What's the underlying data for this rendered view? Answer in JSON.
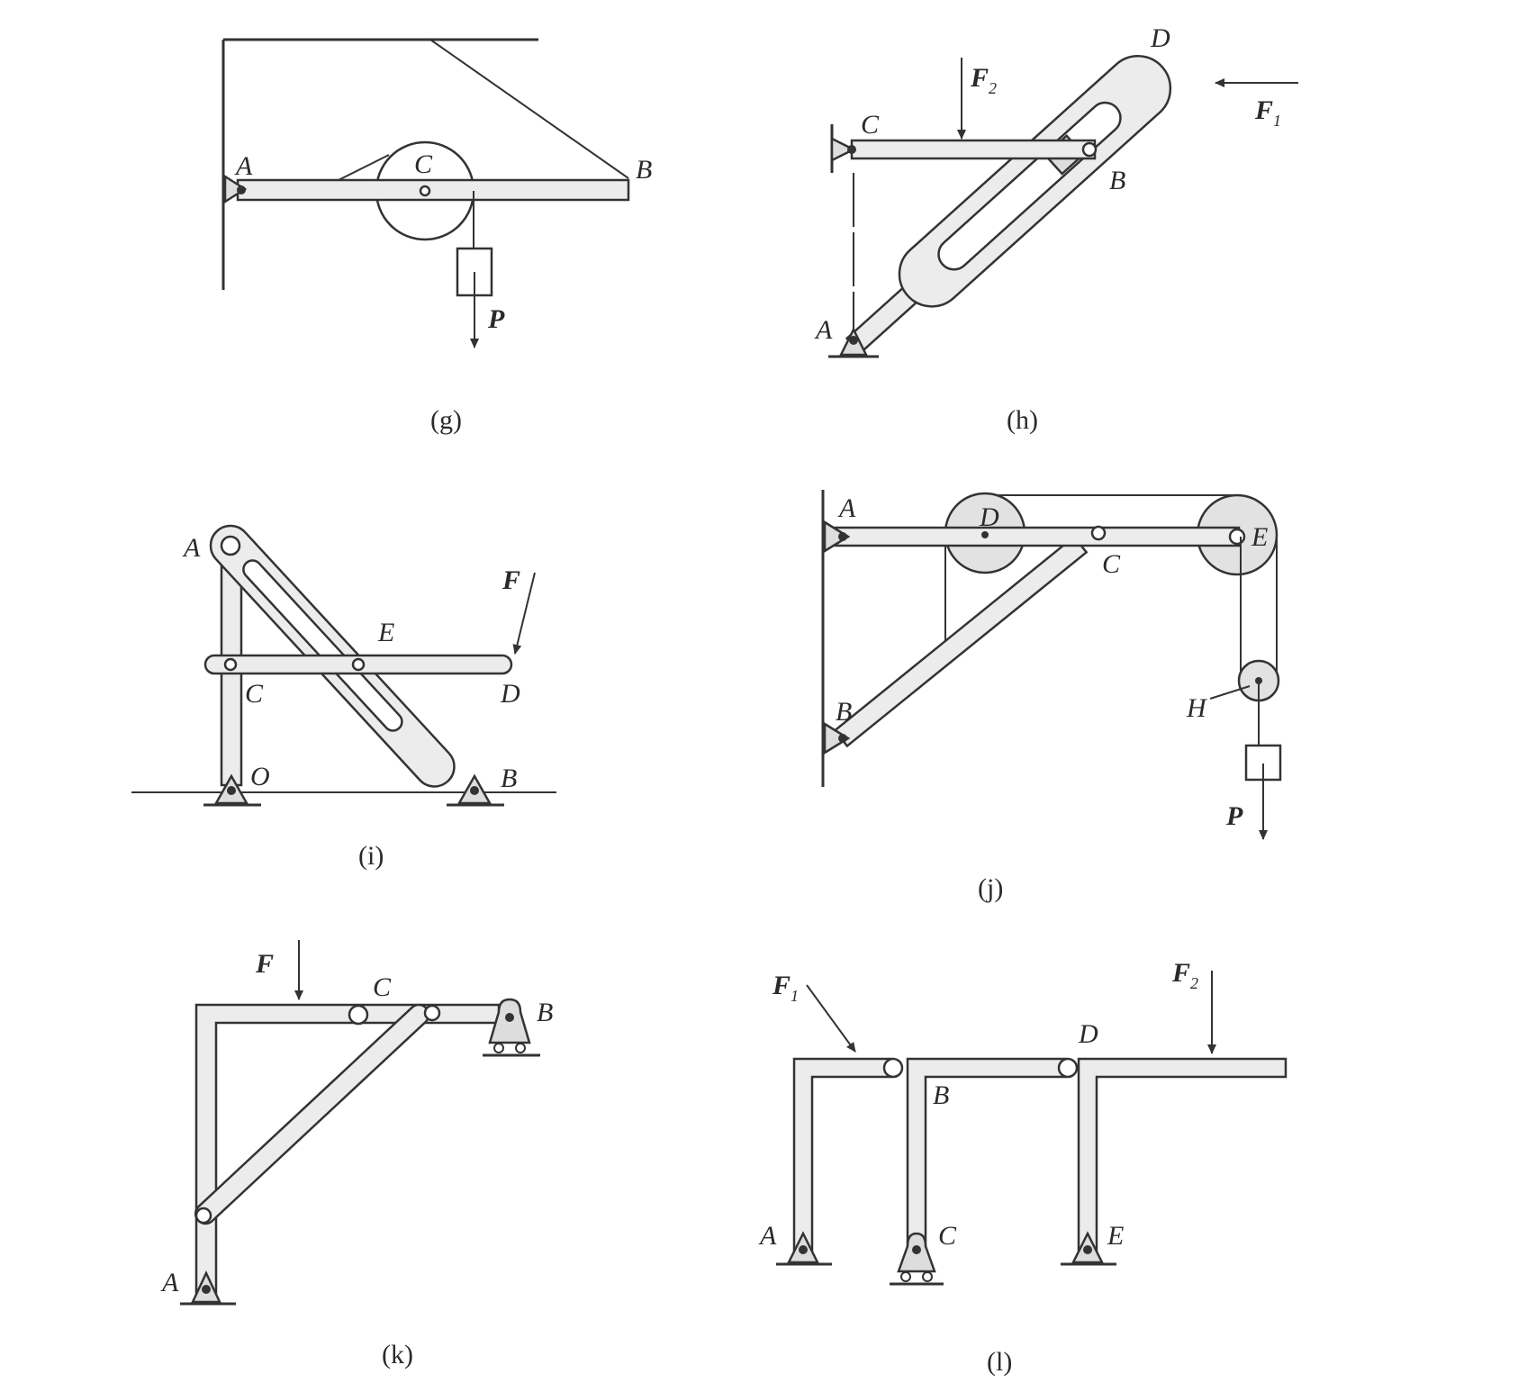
{
  "figures": [
    {
      "id": "g",
      "caption": "(g)",
      "labels": {
        "A": "A",
        "C": "C",
        "B": "B",
        "P": "P"
      }
    },
    {
      "id": "h",
      "caption": "(h)",
      "labels": {
        "D": "D",
        "F2": "F",
        "F2_sub": "2",
        "C": "C",
        "F1": "F",
        "F1_sub": "1",
        "B": "B",
        "A": "A"
      }
    },
    {
      "id": "i",
      "caption": "(i)",
      "labels": {
        "A": "A",
        "F": "F",
        "E": "E",
        "C": "C",
        "D": "D",
        "O": "O",
        "B": "B"
      }
    },
    {
      "id": "j",
      "caption": "(j)",
      "labels": {
        "A": "A",
        "D": "D",
        "E": "E",
        "C": "C",
        "B": "B",
        "H": "H",
        "P": "P"
      }
    },
    {
      "id": "k",
      "caption": "(k)",
      "labels": {
        "F": "F",
        "C": "C",
        "B": "B",
        "A": "A"
      }
    },
    {
      "id": "l",
      "caption": "(l)",
      "labels": {
        "F1": "F",
        "F1_sub": "1",
        "F2": "F",
        "F2_sub": "2",
        "D": "D",
        "B": "B",
        "A": "A",
        "C": "C",
        "E": "E"
      }
    }
  ]
}
